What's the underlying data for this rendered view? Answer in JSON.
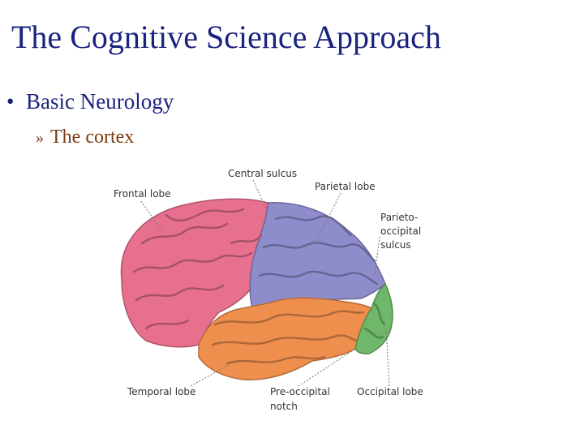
{
  "slide": {
    "title": "The Cognitive Science Approach",
    "bullet": "Basic Neurology",
    "bullet_marker": "•",
    "sub_bullet": "The cortex",
    "sub_bullet_marker": "»"
  },
  "diagram": {
    "labels": {
      "central_sulcus": "Central sulcus",
      "frontal_lobe": "Frontal lobe",
      "parietal_lobe": "Parietal lobe",
      "parieto_occipital_sulcus": [
        "Parieto-",
        "occipital",
        "sulcus"
      ],
      "temporal_lobe": "Temporal lobe",
      "pre_occipital_notch": [
        "Pre-occipital",
        "notch"
      ],
      "occipital_lobe": "Occipital lobe"
    },
    "colors": {
      "frontal": "#e8708f",
      "parietal": "#8e8ccb",
      "temporal": "#ef8f4e",
      "occipital": "#6fb86a"
    }
  }
}
